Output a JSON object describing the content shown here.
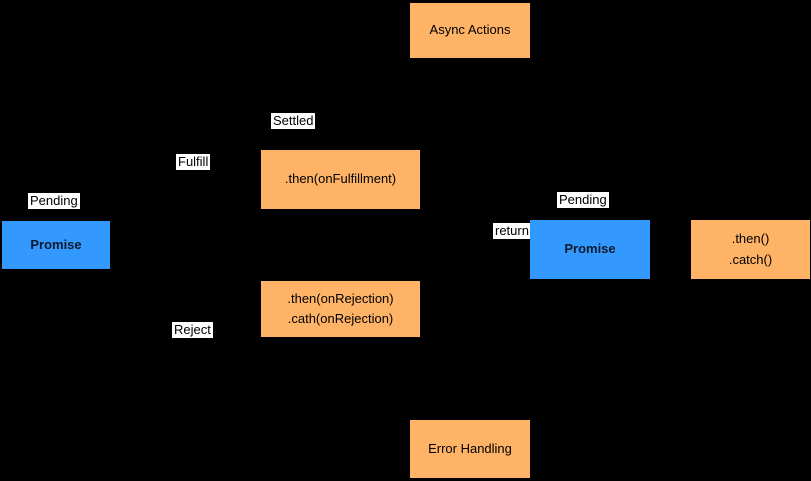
{
  "colors": {
    "background": "#000000",
    "orange": "#FFB366",
    "blue": "#3399FF",
    "label_bg": "#FFFFFF",
    "text": "#000000",
    "promise_text": "#0D1B2A"
  },
  "nodes": {
    "async_actions": {
      "label": "Async Actions"
    },
    "then_fulfillment": {
      "label": ".then(onFulfillment)"
    },
    "promise_left": {
      "label": "Promise"
    },
    "then_rejection": {
      "line1": ".then(onRejection)",
      "line2": ".cath(onRejection)"
    },
    "promise_right": {
      "label": "Promise"
    },
    "then_catch": {
      "line1": ".then()",
      "line2": ".catch()"
    },
    "error_handling": {
      "label": "Error Handling"
    }
  },
  "edge_labels": {
    "settled": "Settled",
    "fulfill": "Fulfill",
    "pending_left": "Pending",
    "reject": "Reject",
    "pending_right": "Pending",
    "return": "return"
  }
}
